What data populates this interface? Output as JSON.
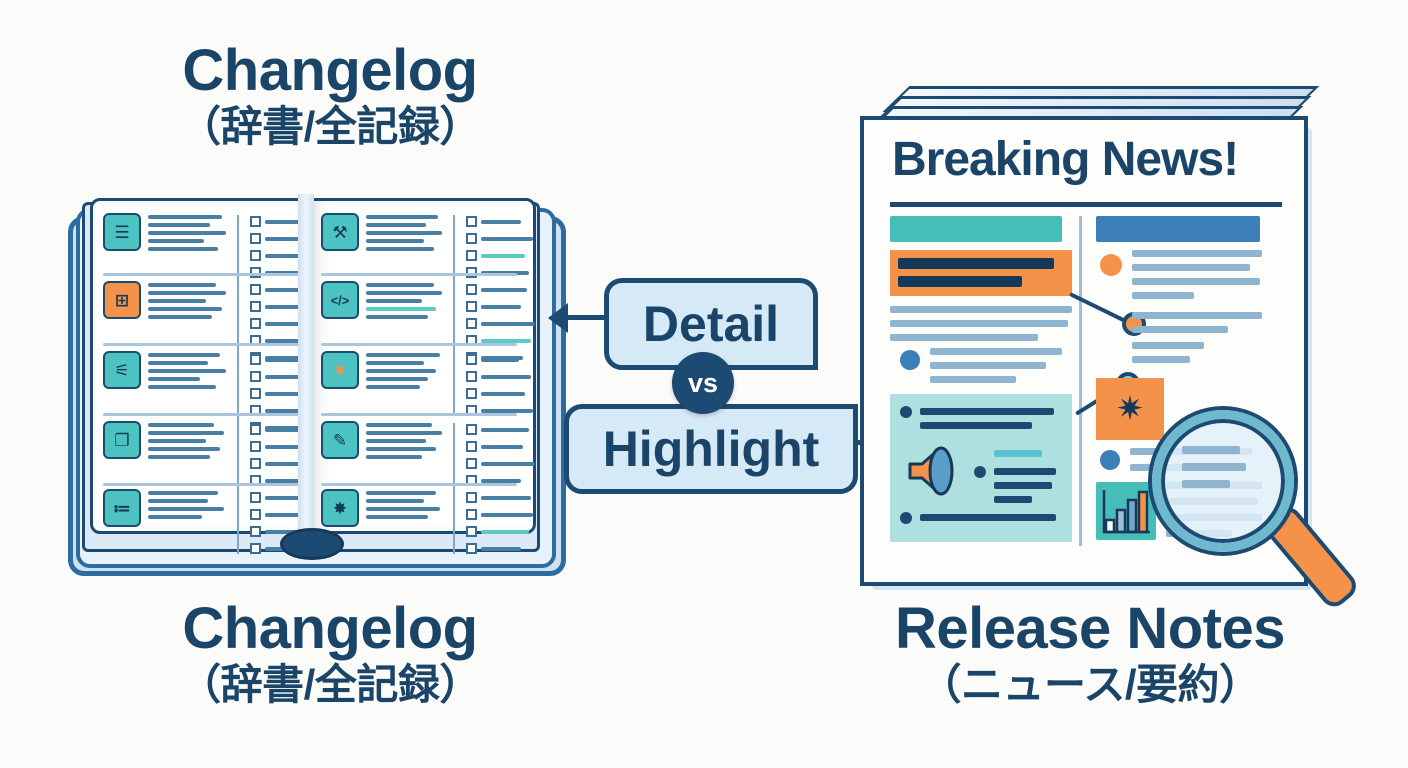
{
  "background_color": "#fbfbf9",
  "palette": {
    "navy": "#1d4a72",
    "deep_navy": "#1b4568",
    "teal": "#4cc3c0",
    "light_teal": "#aee0df",
    "orange": "#f5924a",
    "blue": "#3c7fb8",
    "pale_blue": "#d6e9f7",
    "line_blue": "#8fb4cf"
  },
  "left": {
    "top_title_en": "Changelog",
    "top_title_jp": "（辞書/全記録）",
    "bottom_title_en": "Changelog",
    "bottom_title_jp": "（辞書/全記録）",
    "book": {
      "left_page_rows": [
        {
          "icon": "checklist-icon",
          "icon_glyph": "☰",
          "icon_color": "teal"
        },
        {
          "icon": "sitemap-icon",
          "icon_glyph": "⊞",
          "icon_color": "orange"
        },
        {
          "icon": "settings-sliders-icon",
          "icon_glyph": "⚟",
          "icon_color": "teal"
        },
        {
          "icon": "documents-icon",
          "icon_glyph": "❐",
          "icon_color": "teal"
        },
        {
          "icon": "bullet-list-icon",
          "icon_glyph": "≔",
          "icon_color": "teal"
        }
      ],
      "right_page_rows": [
        {
          "icon": "tools-icon",
          "icon_glyph": "⚒",
          "icon_color": "teal"
        },
        {
          "icon": "code-icon",
          "icon_glyph": "</>",
          "icon_color": "teal"
        },
        {
          "icon": "gear-orange-icon",
          "icon_glyph": "✷",
          "icon_color": "teal"
        },
        {
          "icon": "edit-document-icon",
          "icon_glyph": "✎",
          "icon_color": "teal"
        },
        {
          "icon": "gear-icon",
          "icon_glyph": "✸",
          "icon_color": "teal"
        }
      ]
    }
  },
  "center": {
    "detail_label": "Detail",
    "vs_label": "vs",
    "highlight_label": "Highlight",
    "arrow_left": "arrow pointing to Changelog book",
    "arrow_right": "arrow pointing to Release Notes newspaper"
  },
  "right": {
    "bottom_title_en": "Release Notes",
    "bottom_title_jp": "（ニュース/要約）",
    "newspaper": {
      "headline": "Breaking News!",
      "left_column": {
        "teal_banner": true,
        "orange_highlight_block": true,
        "megaphone_panel_icon": "megaphone-icon"
      },
      "right_column": {
        "blue_banner": true,
        "gear_block_icon": "gear-icon",
        "chart_icon": "bar-chart-icon"
      },
      "magnifier_icon": "magnifying-glass-icon"
    }
  }
}
